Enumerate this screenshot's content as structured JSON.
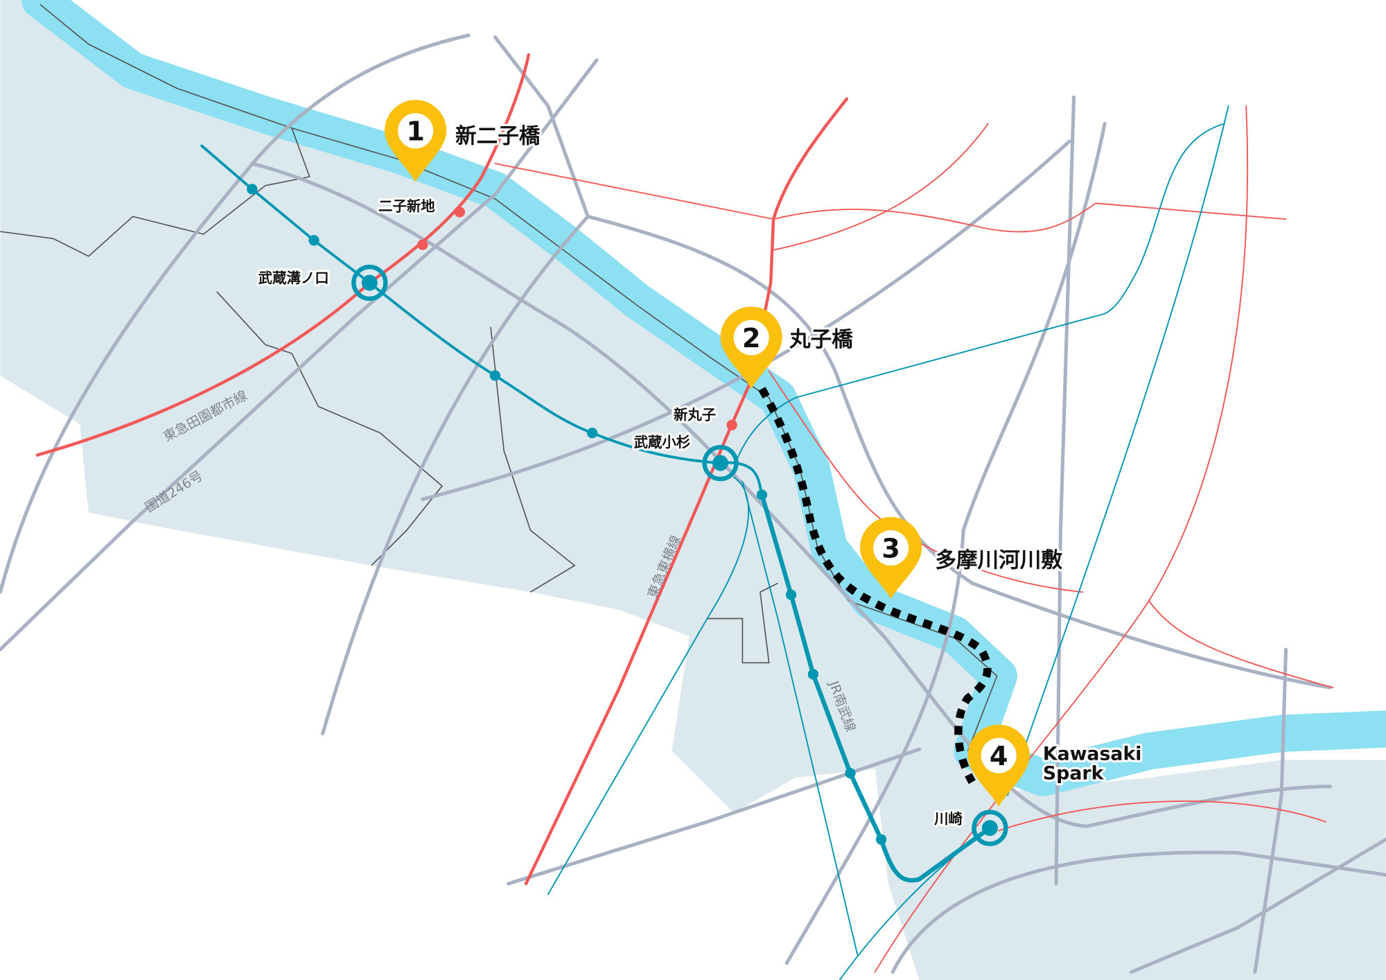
{
  "colors": {
    "land": "#dbe9ee",
    "river": "#8ddff2",
    "road": "#a9b2c3",
    "rail_red": "#f25858",
    "rail_teal": "#0097b2",
    "pin": "#fbbf0e",
    "route": "#000000"
  },
  "pins": [
    {
      "number": "1",
      "label": "新二子橋"
    },
    {
      "number": "2",
      "label": "丸子橋"
    },
    {
      "number": "3",
      "label": "多摩川河川敷"
    },
    {
      "number": "4",
      "label_line1": "Kawasaki",
      "label_line2": "Spark"
    }
  ],
  "stations": {
    "futako_shinchi": "二子新地",
    "musashi_mizonokuchi": "武蔵溝ノ口",
    "shin_maruko": "新丸子",
    "musashi_kosugi": "武蔵小杉",
    "kawasaki": "川崎"
  },
  "line_labels": {
    "denentoshi": "東急田園都市線",
    "route246": "国道246号",
    "toyoko": "東急東横線",
    "nambu": "JR南武線"
  }
}
